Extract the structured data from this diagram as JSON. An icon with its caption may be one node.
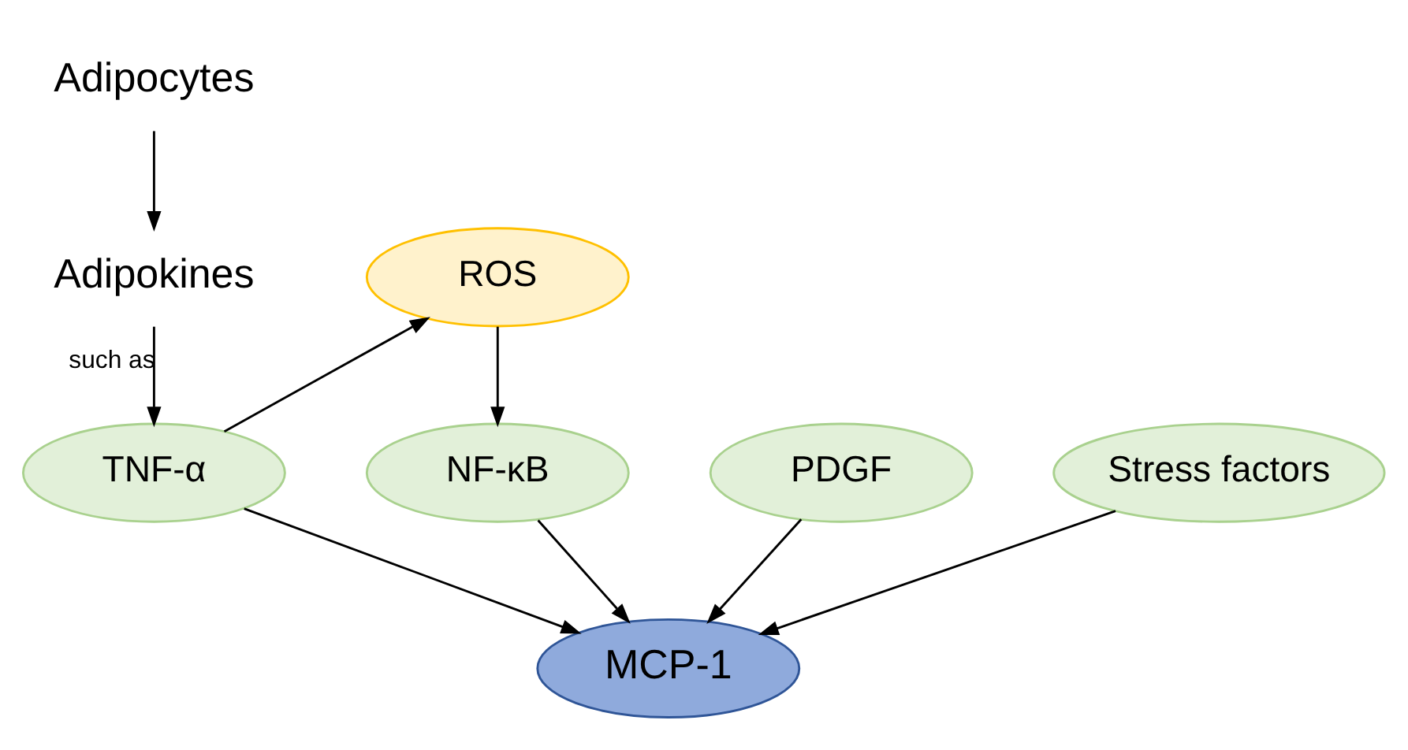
{
  "diagram": {
    "nodes": [
      {
        "text": [
          "Adipocytes"
        ]
      },
      {
        "text": [
          "Adipokines"
        ]
      },
      {
        "text": [
          "ROS"
        ]
      },
      {
        "text": [
          "TNF-α"
        ]
      },
      {
        "text": [
          "NF-κB"
        ]
      },
      {
        "text": [
          "PDGF"
        ]
      },
      {
        "text": [
          "Stress factors"
        ]
      },
      {
        "text": [
          "MCP-1"
        ]
      }
    ],
    "edges": [
      {
        "from": 0,
        "to": 1,
        "arrow": "to"
      },
      {
        "from": 1,
        "to": 3,
        "arrow": "to",
        "label": "such as"
      },
      {
        "from": 3,
        "to": 2,
        "arrow": "to"
      },
      {
        "from": 2,
        "to": 4,
        "arrow": "to"
      },
      {
        "from": 3,
        "to": 7,
        "arrow": "to"
      },
      {
        "from": 4,
        "to": 7,
        "arrow": "to"
      },
      {
        "from": 5,
        "to": 7,
        "arrow": "to"
      },
      {
        "from": 6,
        "to": 7,
        "arrow": "to"
      }
    ]
  }
}
